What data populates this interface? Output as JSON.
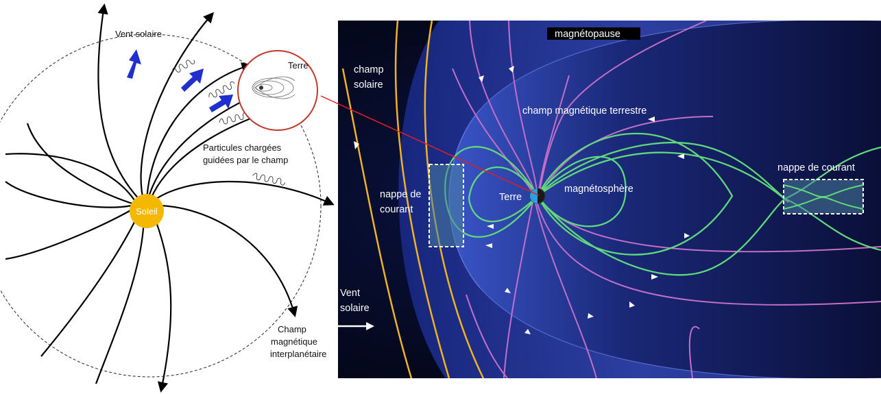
{
  "left_panel": {
    "solar_wind": "Vent solaire",
    "earth": "Terre",
    "particles_line1": "Particules chargées",
    "particles_line2": "guidées par le champ",
    "sun": "Soleil",
    "imf_line1": "Champ",
    "imf_line2": "magnétique",
    "imf_line3": "interplanétaire"
  },
  "right_panel": {
    "magnetopause": "magnétopause",
    "solar_field_line1": "champ",
    "solar_field_line2": "solaire",
    "earth_field": "champ magnétique terrestre",
    "current_sheet_left_line1": "nappe de",
    "current_sheet_left_line2": "courant",
    "earth": "Terre",
    "magnetosphere": "magnétosphère",
    "current_sheet_right": "nappe de courant",
    "solar_wind_line1": "Vent",
    "solar_wind_line2": "solaire"
  },
  "colors": {
    "sun": "#f5b800",
    "solar_field": "#f0b323",
    "earth_field": "#5fd97a",
    "interplanetary_field": "#c46fc7",
    "magnetosphere_fill": "#2a3fa8",
    "connector": "#e02020",
    "arrows_left": "#1f2fd0"
  }
}
